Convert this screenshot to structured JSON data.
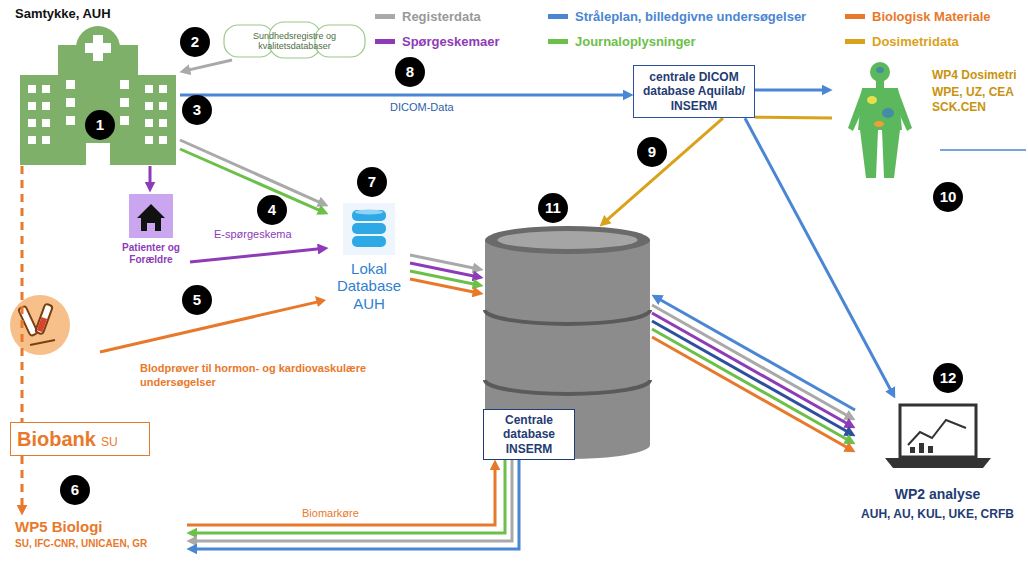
{
  "diagram": {
    "nodes": [
      {
        "text": [
          "Samtykke, AUH"
        ]
      },
      {
        "text": [
          "Sundhedsregistre og kvalitetsdatabaser"
        ]
      },
      {
        "text": [
          "centrale DICOM database Aquilab/ INSERM"
        ]
      },
      {
        "text": [
          "WP4 Dosimetri",
          "WPE, UZ, CEA SCK.CEN"
        ]
      },
      {
        "text": [
          "Patienter og Forældre"
        ]
      },
      {
        "text": [
          "Lokal Database AUH"
        ]
      },
      {
        "text": [
          "Centrale database INSERM"
        ]
      },
      {
        "text": [
          "Biobank",
          "SU"
        ]
      },
      {
        "text": [
          "WP5 Biologi",
          "SU, IFC-CNR, UNICAEN, GR"
        ]
      },
      {
        "text": [
          "WP2 analyse",
          "AUH, AU, KUL, UKE, CRFB"
        ]
      }
    ],
    "edges": [
      {
        "from": 1,
        "to": 0,
        "arrow": "to"
      },
      {
        "from": 0,
        "to": 2,
        "arrow": "to",
        "label": "DICOM-Data"
      },
      {
        "from": 0,
        "to": 4,
        "arrow": "to"
      },
      {
        "from": 0,
        "to": 5,
        "arrow": "to"
      },
      {
        "from": 0,
        "to": 5,
        "arrow": "to"
      },
      {
        "from": 4,
        "to": 5,
        "arrow": "to",
        "label": "E-spørgeskema"
      },
      {
        "from": 0,
        "to": 7,
        "arrow": "none"
      },
      {
        "from": 7,
        "to": 8,
        "arrow": "to"
      },
      {
        "from": 5,
        "to": 6,
        "arrow": "to"
      },
      {
        "from": 5,
        "to": 6,
        "arrow": "to"
      },
      {
        "from": 5,
        "to": 6,
        "arrow": "to"
      },
      {
        "from": 5,
        "to": 6,
        "arrow": "to"
      },
      {
        "from": 2,
        "to": 3,
        "arrow": "to"
      },
      {
        "from": 2,
        "to": 3,
        "arrow": "none"
      },
      {
        "from": 2,
        "to": 6,
        "arrow": "to"
      },
      {
        "from": 2,
        "to": 9,
        "arrow": "to"
      },
      {
        "from": 9,
        "to": 6,
        "arrow": "to"
      },
      {
        "from": 6,
        "to": 9,
        "arrow": "to"
      },
      {
        "from": 6,
        "to": 9,
        "arrow": "to"
      },
      {
        "from": 6,
        "to": 9,
        "arrow": "to"
      },
      {
        "from": 6,
        "to": 9,
        "arrow": "to"
      },
      {
        "from": 6,
        "to": 9,
        "arrow": "to"
      },
      {
        "from": 8,
        "to": 6,
        "arrow": "to",
        "label": "Biomarkøre"
      },
      {
        "from": 6,
        "to": 8,
        "arrow": "to"
      },
      {
        "from": 6,
        "to": 8,
        "arrow": "to"
      },
      {
        "from": 6,
        "to": 8,
        "arrow": "to"
      }
    ],
    "labels": [
      "1",
      "2",
      "8",
      "9",
      "10",
      "3",
      "4",
      "7",
      "11",
      "5",
      "Blodprøver til hormon- og kardiovaskulære undersøgelser",
      "6",
      "12"
    ],
    "legend": [
      {
        "text": "Registerdata",
        "color": "#a9a9a9"
      },
      {
        "text": "Stråleplan, billedgivne undersøgelser",
        "color": "#4a86d4"
      },
      {
        "text": "Biologisk Materiale",
        "color": "#e8792b"
      },
      {
        "text": "Spørgeskemaer",
        "color": "#8e3bb7"
      },
      {
        "text": "Journaloplysninger",
        "color": "#6cc04a"
      },
      {
        "text": "Dosimetridata",
        "color": "#d9a21b"
      }
    ]
  }
}
